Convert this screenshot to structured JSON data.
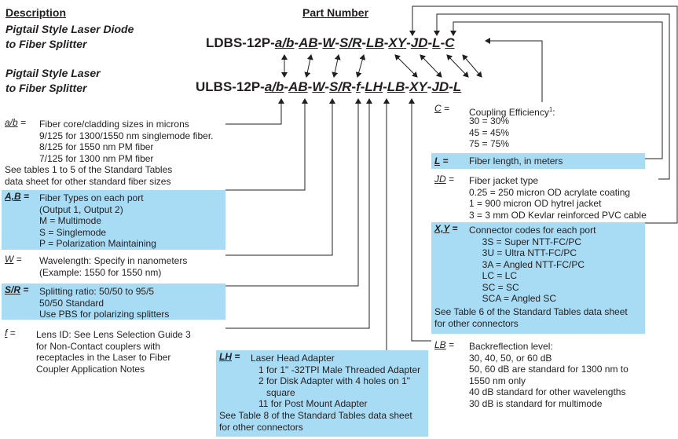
{
  "header": {
    "description": "Description",
    "part_number": "Part Number"
  },
  "products": [
    {
      "title_1": "Pigtail Style Laser Diode",
      "title_2": "to Fiber Splitter",
      "prefix": "LDBS-12P-",
      "codes": [
        "a/b",
        "AB",
        "W",
        "S/R",
        "LB",
        "XY",
        "JD",
        "L",
        "C"
      ]
    },
    {
      "title_1": "Pigtail Style Laser",
      "title_2": "to Fiber Splitter",
      "prefix": "ULBS-12P-",
      "codes": [
        "a/b",
        "AB",
        "W",
        "S/R",
        "f",
        "LH",
        "LB",
        "XY",
        "JD",
        "L"
      ]
    }
  ],
  "left_entries": {
    "ab": {
      "key": "a/b",
      "eq": " =",
      "text": "Fiber core/cladding sizes in microns\n9/125 for 1300/1550 nm singlemode fiber.\n8/125 for 1550 nm PM fiber\n7/125 for 1300 nm PM fiber",
      "extra": "See tables 1 to 5 of the Standard Tables\ndata sheet for other standard fiber sizes"
    },
    "AB": {
      "key": "A,B",
      "eq": " =",
      "text": "Fiber Types on each port\n(Output 1, Output 2)\nM = Multimode\nS = Singlemode\nP = Polarization Maintaining"
    },
    "W": {
      "key": "W",
      "eq": " =",
      "text": "Wavelength: Specify in nanometers\n(Example: 1550 for 1550 nm)"
    },
    "SR": {
      "key": "S/R",
      "eq": " =",
      "text": "Splitting ratio: 50/50 to 95/5\n50/50 Standard\nUse PBS for polarizing splitters"
    },
    "f": {
      "key": "f",
      "eq": " =",
      "text": "Lens ID: See Lens Selection Guide 3\nfor Non-Contact couplers with\nreceptacles in the Laser to Fiber\nCoupler Application Notes"
    },
    "LH": {
      "key": "LH",
      "eq": " =",
      "text": "Laser Head Adapter\n   1 for 1\" -32TPI Male Threaded Adapter\n   2 for Disk Adapter with 4 holes on 1\"\n      square\n   11 for Post Mount Adapter",
      "extra": "See Table 8 of the Standard Tables data sheet\nfor other connectors"
    }
  },
  "right_entries": {
    "C": {
      "key": "C",
      "eq": " =",
      "text_head": "Coupling Efficiency",
      "sup": "1",
      "text_tail": ":",
      "text": "30 = 30%\n45 = 45%\n75 = 75%"
    },
    "L": {
      "key": "L",
      "eq": " =",
      "text": "Fiber length, in meters"
    },
    "JD": {
      "key": "JD",
      "eq": " =",
      "text": "Fiber jacket type\n0.25 = 250 micron OD acrylate coating\n1 = 900 micron OD hytrel jacket\n3 = 3 mm OD Kevlar reinforced PVC cable"
    },
    "XY": {
      "key": "X,Y",
      "eq": " =",
      "text": "Connector codes for each port\n     3S = Super NTT-FC/PC\n     3U = Ultra NTT-FC/PC\n     3A = Angled NTT-FC/PC\n     LC = LC\n     SC = SC\n     SCA = Angled SC",
      "extra": "See Table 6 of the Standard Tables data sheet\nfor other connectors"
    },
    "LB": {
      "key": "LB",
      "eq": " =",
      "text": "Backreflection level:\n30, 40, 50, or 60 dB\n50, 60 dB are standard for 1300 nm to\n1550 nm only\n40 dB standard for other wavelengths\n30 dB is standard for multimode"
    }
  },
  "colors": {
    "highlight": "#a7dcf4",
    "ink": "#231f20"
  }
}
